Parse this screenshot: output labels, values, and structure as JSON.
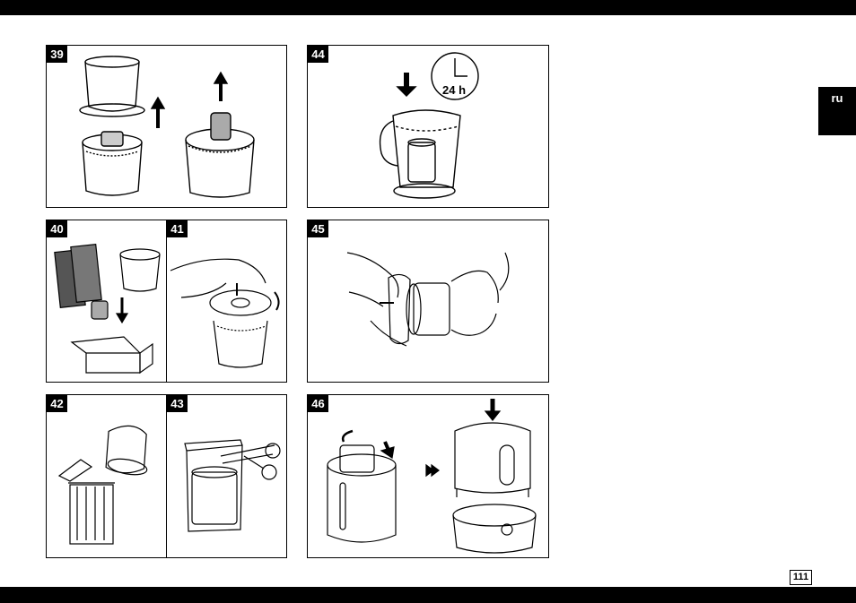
{
  "steps": {
    "s39": "39",
    "s40": "40",
    "s41": "41",
    "s42": "42",
    "s43": "43",
    "s44": "44",
    "s45": "45",
    "s46": "46"
  },
  "timer_label": "24 h",
  "language_tab": "ru",
  "page_number": "111"
}
